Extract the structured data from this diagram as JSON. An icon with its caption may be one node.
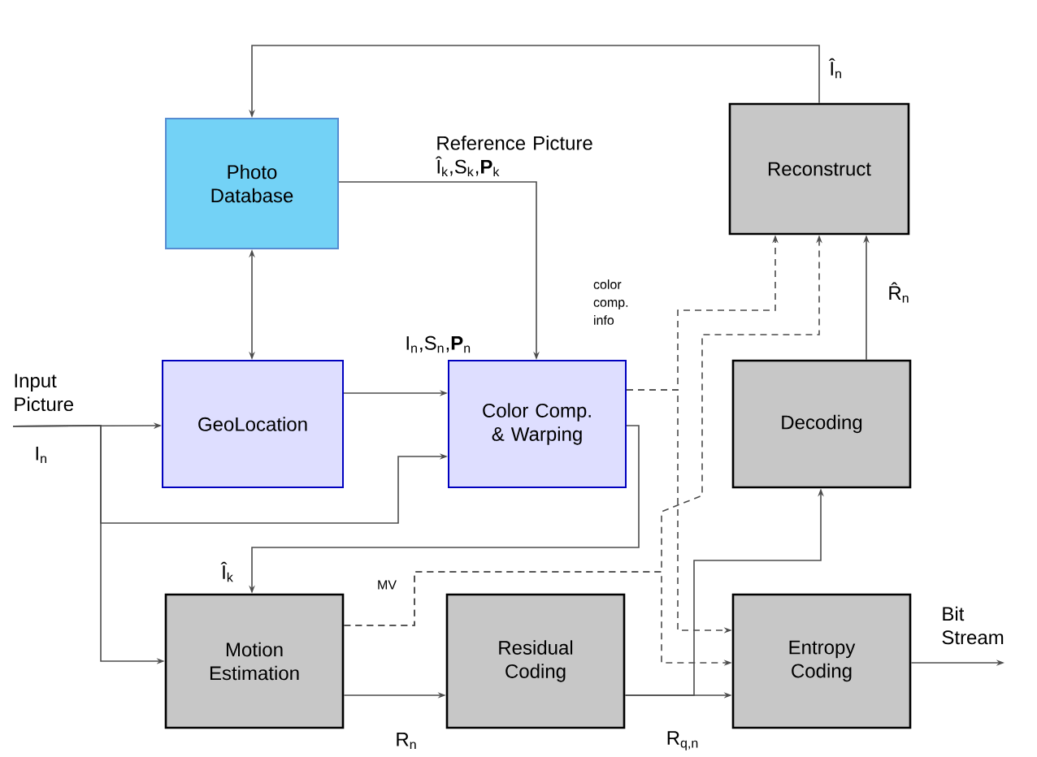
{
  "diagram": {
    "nodes": [
      {
        "text": [
          "Photo Database"
        ]
      },
      {
        "text": [
          "GeoLocation"
        ]
      },
      {
        "text": [
          "Color Comp. & Warping"
        ]
      },
      {
        "text": [
          "Reconstruct"
        ]
      },
      {
        "text": [
          "Decoding"
        ]
      },
      {
        "text": [
          "Motion Estimation"
        ]
      },
      {
        "text": [
          "Residual Coding"
        ]
      },
      {
        "text": [
          "Entropy Coding"
        ]
      },
      {
        "text": [
          "Input Picture"
        ]
      }
    ],
    "edges": [
      {
        "from": 3,
        "to": 0,
        "arrow": "to",
        "label": "Î$_{n}$"
      },
      {
        "from": 0,
        "to": 1,
        "arrow": "both"
      },
      {
        "from": 0,
        "to": 2,
        "arrow": "to",
        "label": "Reference Picture Î$_{k}$,S$_{k}$,**P**$_{k}$"
      },
      {
        "from": 1,
        "to": 2,
        "arrow": "to",
        "label": "I$_{n}$,S$_{n}$,**P**$_{n}$"
      },
      {
        "from": 8,
        "to": 1,
        "arrow": "to",
        "label": "I$_{n}$"
      },
      {
        "from": 8,
        "to": 2,
        "arrow": "to"
      },
      {
        "from": 8,
        "to": 5,
        "arrow": "to"
      },
      {
        "from": 2,
        "to": 5,
        "arrow": "to",
        "label": "Î$_{k}$"
      },
      {
        "from": 5,
        "to": 6,
        "arrow": "to",
        "label": "R$_{n}$"
      },
      {
        "from": 6,
        "to": 7,
        "arrow": "to",
        "label": "R$_{q,n}$"
      },
      {
        "from": 6,
        "to": 4,
        "arrow": "to"
      },
      {
        "from": 4,
        "to": 3,
        "arrow": "to",
        "label": "R̂$_{n}$"
      },
      {
        "from": 7,
        "to": null,
        "arrow": "to",
        "label": "Bit Stream"
      },
      {
        "from": 2,
        "to": 3,
        "arrow": "to",
        "style": "dashed"
      },
      {
        "from": 5,
        "to": 3,
        "arrow": "to",
        "style": "dashed"
      },
      {
        "from": 5,
        "to": 7,
        "arrow": "to",
        "style": "dashed"
      },
      {
        "from": 2,
        "to": 7,
        "arrow": "to",
        "style": "dashed"
      }
    ],
    "labels": [
      "color comp. info",
      "MV"
    ]
  }
}
